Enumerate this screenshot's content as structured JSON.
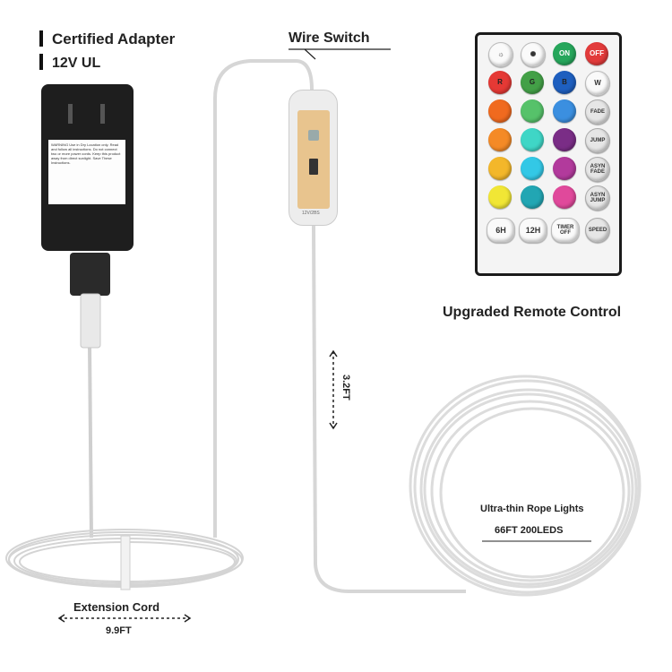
{
  "labels": {
    "adapter_line1": "Certified Adapter",
    "adapter_line2": "12V UL",
    "wire_switch": "Wire Switch",
    "remote": "Upgraded Remote Control",
    "switch_length": "3.2FT",
    "rope_line1": "Ultra-thin Rope Lights",
    "rope_line2": "66FT 200LEDS",
    "extension_cord": "Extension Cord",
    "extension_length": "9.9FT"
  },
  "switch_marking": "12V/2BS",
  "adapter_sticker": "WARNING Use in Dry Location only. Read and follow all instructions. Do not connect two or more power cords. Keep this product away from direct sunlight. Save These Instructions.",
  "remote": {
    "top_row": [
      {
        "label": "",
        "icon": "brightness-down-icon",
        "color": "#eeeeee"
      },
      {
        "label": "",
        "icon": "brightness-up-icon",
        "color": "#eeeeee"
      },
      {
        "label": "ON",
        "color": "#26a65b"
      },
      {
        "label": "OFF",
        "color": "#e23b3b"
      }
    ],
    "rgbw_row": [
      {
        "label": "R",
        "color": "#e53935"
      },
      {
        "label": "G",
        "color": "#43a047"
      },
      {
        "label": "B",
        "color": "#1e5fbf"
      },
      {
        "label": "W",
        "color": "#fafafa"
      }
    ],
    "color_rows": [
      [
        "#f06a1f",
        "#56c26a",
        "#3b8fe0"
      ],
      [
        "#f48a26",
        "#3fd6c6",
        "#7a2d86"
      ],
      [
        "#f3b72a",
        "#33c8e6",
        "#b23a9c"
      ],
      [
        "#f1e635",
        "#22a6b3",
        "#e0499b"
      ]
    ],
    "side_buttons": [
      "FADE",
      "JUMP",
      "ASYN FADE",
      "ASYN JUMP"
    ],
    "bottom_row": [
      "6H",
      "12H",
      "TIMER OFF",
      "SPEED"
    ]
  }
}
